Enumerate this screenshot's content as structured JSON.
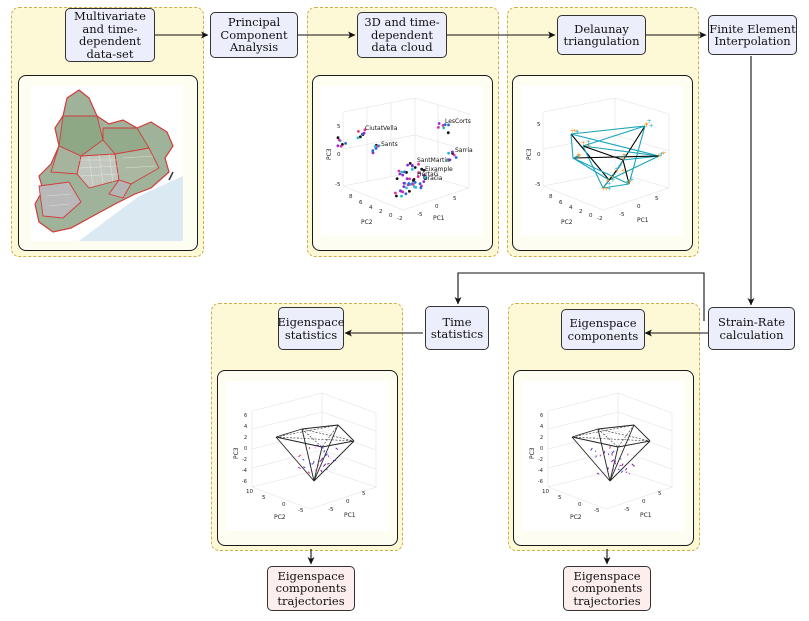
{
  "nodes": {
    "dataset": "Multivariate\nand time-\ndependent\ndata-set",
    "pca": "Principal\nComponent\nAnalysis",
    "cloud": "3D and time-\ndependent\ndata cloud",
    "delaunay": "Delaunay\ntriangulation",
    "fei": "Finite Element\nInterpolation",
    "strain": "Strain-Rate\ncalculation",
    "eig_comp": "Eigenspace\ncomponents",
    "time_stats": "Time\nstatistics",
    "eig_stats": "Eigenspace\nstatistics",
    "traj1": "Eigenspace\ncomponents\ntrajectories",
    "traj2": "Eigenspace\ncomponents\ntrajectories"
  },
  "cloud_plot": {
    "districts": [
      "CiutatVella",
      "LesCorts",
      "Sants",
      "Sarria",
      "SantMartin",
      "Eixample",
      "HortaG",
      "Gracia"
    ],
    "axis_labels": {
      "pc1": "PC1",
      "pc2": "PC2",
      "pc3": "PC3"
    },
    "z_ticks": [
      "5",
      "0",
      "-5"
    ],
    "pc2_ticks": [
      "8",
      "6",
      "4",
      "2",
      "0",
      "-2"
    ],
    "pc1_ticks": [
      "-5",
      "0",
      "5"
    ],
    "point_colors": [
      "#111111",
      "#e0329a",
      "#2a62d8",
      "#20c0c8",
      "#8a2bd6"
    ]
  },
  "delaunay_plot": {
    "axis_labels": {
      "pc1": "PC1",
      "pc2": "PC2",
      "pc3": "PC3"
    },
    "z_ticks": [
      "5",
      "0",
      "-5"
    ],
    "pc2_ticks": [
      "8",
      "6",
      "4",
      "2",
      "0",
      "-2"
    ],
    "pc1_ticks": [
      "-5",
      "0",
      "5"
    ],
    "edge_colors": [
      "#000000",
      "#1aa6b8"
    ],
    "marker_colors": [
      "#ff8a00",
      "#1aa6b8"
    ]
  },
  "eigen_plot_left": {
    "axis_labels": {
      "pc1": "PC1",
      "pc2": "PC2",
      "pc3": "PC3"
    },
    "z_ticks": [
      "6",
      "4",
      "2",
      "0",
      "-2",
      "-4",
      "-6"
    ],
    "pc2_ticks": [
      "10",
      "5",
      "0",
      "-5"
    ],
    "pc1_ticks": [
      "-5",
      "0",
      "5"
    ]
  },
  "eigen_plot_right": {
    "axis_labels": {
      "pc1": "PC1",
      "pc2": "PC2",
      "pc3": "PC3"
    },
    "z_ticks": [
      "6",
      "4",
      "2",
      "0",
      "-2",
      "-4",
      "-6"
    ],
    "pc2_ticks": [
      "10",
      "5",
      "0",
      "-5"
    ],
    "pc1_ticks": [
      "-5",
      "0",
      "5"
    ]
  },
  "colors": {
    "node_fill": "#eceefc",
    "output_fill": "#fdeeee",
    "group_fill": "#fdf8d6",
    "group_border": "#c8b04a",
    "map_land": "#9fb39a",
    "map_district_line": "#d23a3a",
    "map_sea": "#dbe9f2"
  },
  "map_icon": "barcelona-district-map"
}
